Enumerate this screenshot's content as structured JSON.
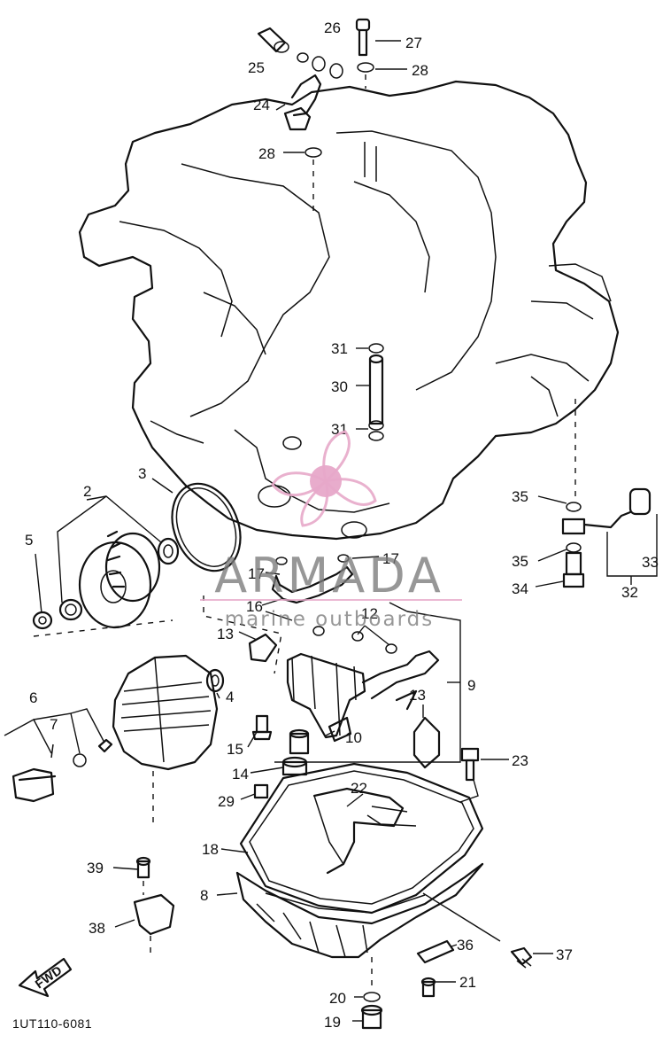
{
  "callouts": [
    {
      "id": "c25",
      "text": "25"
    },
    {
      "id": "c26",
      "text": "26"
    },
    {
      "id": "c27",
      "text": "27"
    },
    {
      "id": "c28a",
      "text": "28"
    },
    {
      "id": "c24",
      "text": "24"
    },
    {
      "id": "c28b",
      "text": "28"
    },
    {
      "id": "c31a",
      "text": "31"
    },
    {
      "id": "c30",
      "text": "30"
    },
    {
      "id": "c31b",
      "text": "31"
    },
    {
      "id": "c3",
      "text": "3"
    },
    {
      "id": "c2",
      "text": "2"
    },
    {
      "id": "c5",
      "text": "5"
    },
    {
      "id": "c35a",
      "text": "35"
    },
    {
      "id": "c35b",
      "text": "35"
    },
    {
      "id": "c33",
      "text": "33"
    },
    {
      "id": "c34",
      "text": "34"
    },
    {
      "id": "c32",
      "text": "32"
    },
    {
      "id": "c17a",
      "text": "17"
    },
    {
      "id": "c17b",
      "text": "17"
    },
    {
      "id": "c16",
      "text": "16"
    },
    {
      "id": "c12",
      "text": "12"
    },
    {
      "id": "c13a",
      "text": "13"
    },
    {
      "id": "c9",
      "text": "9"
    },
    {
      "id": "c13b",
      "text": "13"
    },
    {
      "id": "c6",
      "text": "6"
    },
    {
      "id": "c7",
      "text": "7"
    },
    {
      "id": "c4",
      "text": "4"
    },
    {
      "id": "c15",
      "text": "15"
    },
    {
      "id": "c10",
      "text": "10"
    },
    {
      "id": "c14",
      "text": "14"
    },
    {
      "id": "c23",
      "text": "23"
    },
    {
      "id": "c29",
      "text": "29"
    },
    {
      "id": "c22",
      "text": "22"
    },
    {
      "id": "c18",
      "text": "18"
    },
    {
      "id": "c39",
      "text": "39"
    },
    {
      "id": "c8",
      "text": "8"
    },
    {
      "id": "c38",
      "text": "38"
    },
    {
      "id": "c36",
      "text": "36"
    },
    {
      "id": "c37",
      "text": "37"
    },
    {
      "id": "c20",
      "text": "20"
    },
    {
      "id": "c21",
      "text": "21"
    },
    {
      "id": "c19",
      "text": "19"
    }
  ],
  "fwd_label": "FWD",
  "drawing_code": "1UT110-6081",
  "watermark": {
    "title": "ARMADA",
    "subtitle": "marine outboards",
    "accent_color": "#e7a8c9"
  }
}
